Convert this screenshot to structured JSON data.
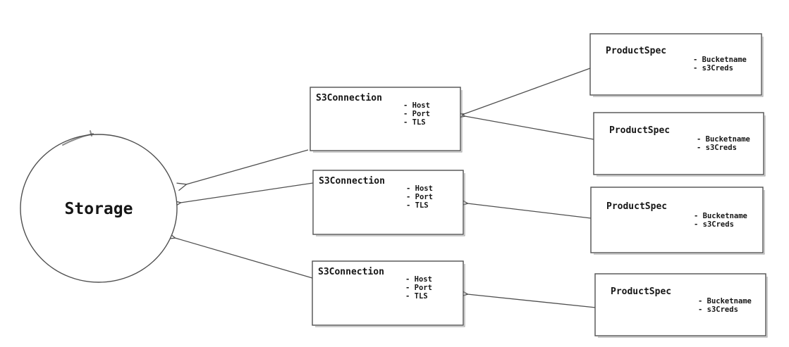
{
  "diagram": {
    "storage": {
      "label": "Storage"
    },
    "s3_connections": [
      {
        "title": "S3Connection",
        "fields": [
          "- Host",
          "- Port",
          "- TLS"
        ]
      },
      {
        "title": "S3Connection",
        "fields": [
          "- Host",
          "- Port",
          "- TLS"
        ]
      },
      {
        "title": "S3Connection",
        "fields": [
          "- Host",
          "- Port",
          "- TLS"
        ]
      }
    ],
    "product_specs": [
      {
        "title": "ProductSpec",
        "fields": [
          "- Bucketname",
          "- s3Creds"
        ]
      },
      {
        "title": "ProductSpec",
        "fields": [
          "- Bucketname",
          "- s3Creds"
        ]
      },
      {
        "title": "ProductSpec",
        "fields": [
          "- Bucketname",
          "- s3Creds"
        ]
      },
      {
        "title": "ProductSpec",
        "fields": [
          "- Bucketname",
          "- s3Creds"
        ]
      }
    ],
    "connections": [
      {
        "from": "ProductSpec-1",
        "to": "S3Connection-1"
      },
      {
        "from": "ProductSpec-2",
        "to": "S3Connection-1"
      },
      {
        "from": "ProductSpec-3",
        "to": "S3Connection-2"
      },
      {
        "from": "ProductSpec-4",
        "to": "S3Connection-3"
      },
      {
        "from": "S3Connection-1",
        "to": "Storage"
      },
      {
        "from": "S3Connection-2",
        "to": "Storage"
      },
      {
        "from": "S3Connection-3",
        "to": "Storage"
      }
    ],
    "colors": {
      "stroke": "#4f4f4f",
      "text": "#161616",
      "background": "#ffffff"
    }
  }
}
